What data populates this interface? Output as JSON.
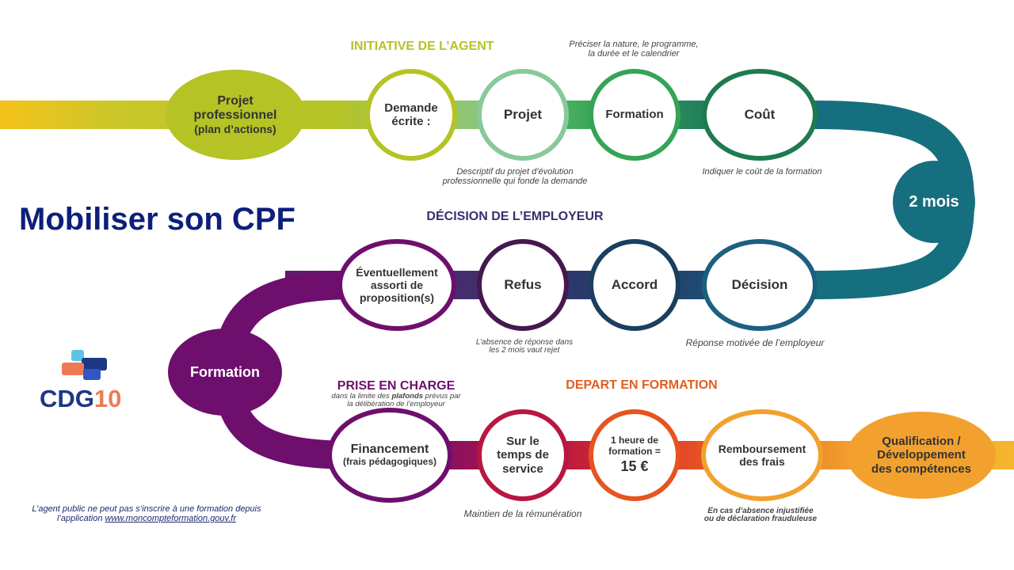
{
  "title": "Mobiliser son CPF",
  "logo": {
    "text_main": "CDG",
    "text_num": "10"
  },
  "colors": {
    "title": "#0d1f7a",
    "initiative": "#b5c325",
    "decision": "#3b2d6f",
    "prise": "#6e0f6d",
    "depart": "#e25d1f",
    "orange": "#f2a12e",
    "teal": "#166f7e",
    "logo_blue": "#1d3785",
    "logo_orange": "#ee7a55"
  },
  "phases": {
    "initiative": "INITIATIVE DE L’AGENT",
    "decision": "DÉCISION DE L’EMPLOYEUR",
    "prise": "PRISE EN CHARGE",
    "prise_sub_1": "dans la limite des ",
    "prise_sub_bold": "plafonds",
    "prise_sub_2": " prévus par",
    "prise_sub_3": "la délibération de l’employeur",
    "depart": "DEPART EN FORMATION"
  },
  "nodes": {
    "projet_pro": {
      "line1": "Projet",
      "line2": "professionnel",
      "line3": "(plan d’actions)"
    },
    "demande": {
      "line1": "Demande",
      "line2": "écrite :"
    },
    "projet": {
      "line1": "Projet"
    },
    "formation_top": {
      "line1": "Formation"
    },
    "cout": {
      "line1": "Coût"
    },
    "deux_mois": {
      "line1": "2 mois"
    },
    "decision": {
      "line1": "Décision"
    },
    "accord": {
      "line1": "Accord"
    },
    "refus": {
      "line1": "Refus"
    },
    "eventuellement": {
      "line1": "Éventuellement",
      "line2": "assorti de",
      "line3": "proposition(s)"
    },
    "formation_left": {
      "line1": "Formation"
    },
    "financement": {
      "line1": "Financement",
      "line2": "(frais pédagogiques)"
    },
    "temps": {
      "line1": "Sur le",
      "line2": "temps de",
      "line3": "service"
    },
    "heure": {
      "line1": "1 heure de",
      "line2": "formation =",
      "line3": "15 €"
    },
    "remboursement": {
      "line1": "Remboursement",
      "line2": "des frais"
    },
    "qualification": {
      "line1": "Qualification /",
      "line2": "Développement",
      "line3": "des compétences"
    }
  },
  "notes": {
    "preciser_1": "Préciser la nature, le programme,",
    "preciser_2": "la durée et le calendrier",
    "descriptif_1": "Descriptif du projet d’évolution",
    "descriptif_2": "professionnelle qui fonde la demande",
    "cout_note": "Indiquer le coût de la formation",
    "absence_1": "L’absence de réponse dans",
    "absence_2": "les 2 mois vaut rejet",
    "reponse": "Réponse  motivée  de l’employeur",
    "maintien": "Maintien  de la rémunération",
    "absence_inj_1": "En cas d’absence injustifiée",
    "absence_inj_2": "ou de déclaration frauduleuse",
    "footer_1": "L’agent public ne peut pas s’inscrire à une formation  depuis",
    "footer_2": "l’application ",
    "footer_link": "www.moncompteformation.gouv.fr"
  }
}
